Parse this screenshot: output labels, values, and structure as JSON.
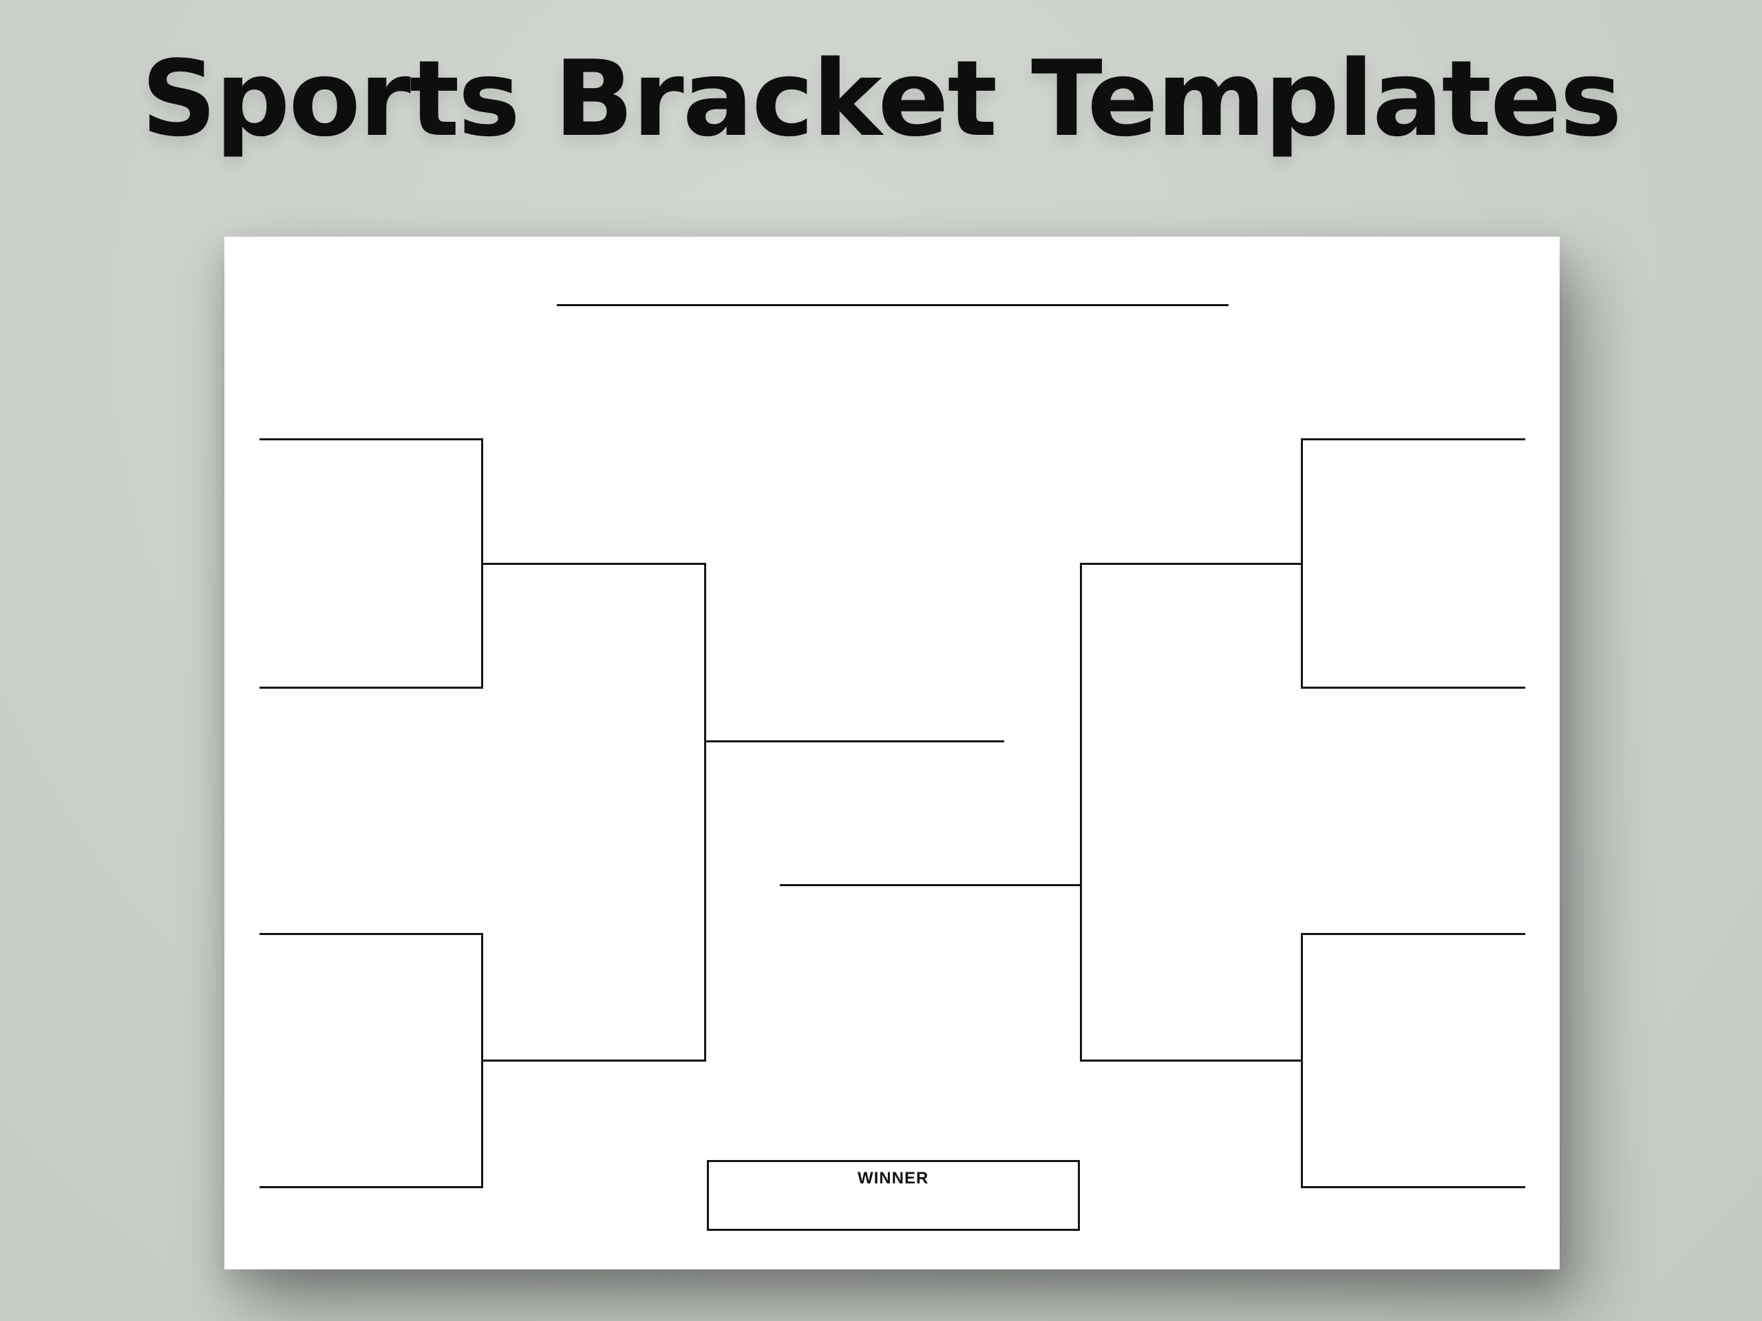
{
  "title": "Sports Bracket Templates",
  "bracket": {
    "tournament_name_value": "",
    "rounds": 3,
    "teams": 8,
    "winner_label": "WINNER",
    "slots": {
      "left_quarterfinal_top": [
        "",
        ""
      ],
      "left_quarterfinal_bottom": [
        "",
        ""
      ],
      "right_quarterfinal_top": [
        "",
        ""
      ],
      "right_quarterfinal_bottom": [
        "",
        ""
      ],
      "finalist_left": "",
      "finalist_right": "",
      "winner": ""
    }
  },
  "colors": {
    "background": "#cbd0ca",
    "page_background": "#ffffff",
    "line_color": "#141414",
    "title_color": "#0e0e0e"
  }
}
